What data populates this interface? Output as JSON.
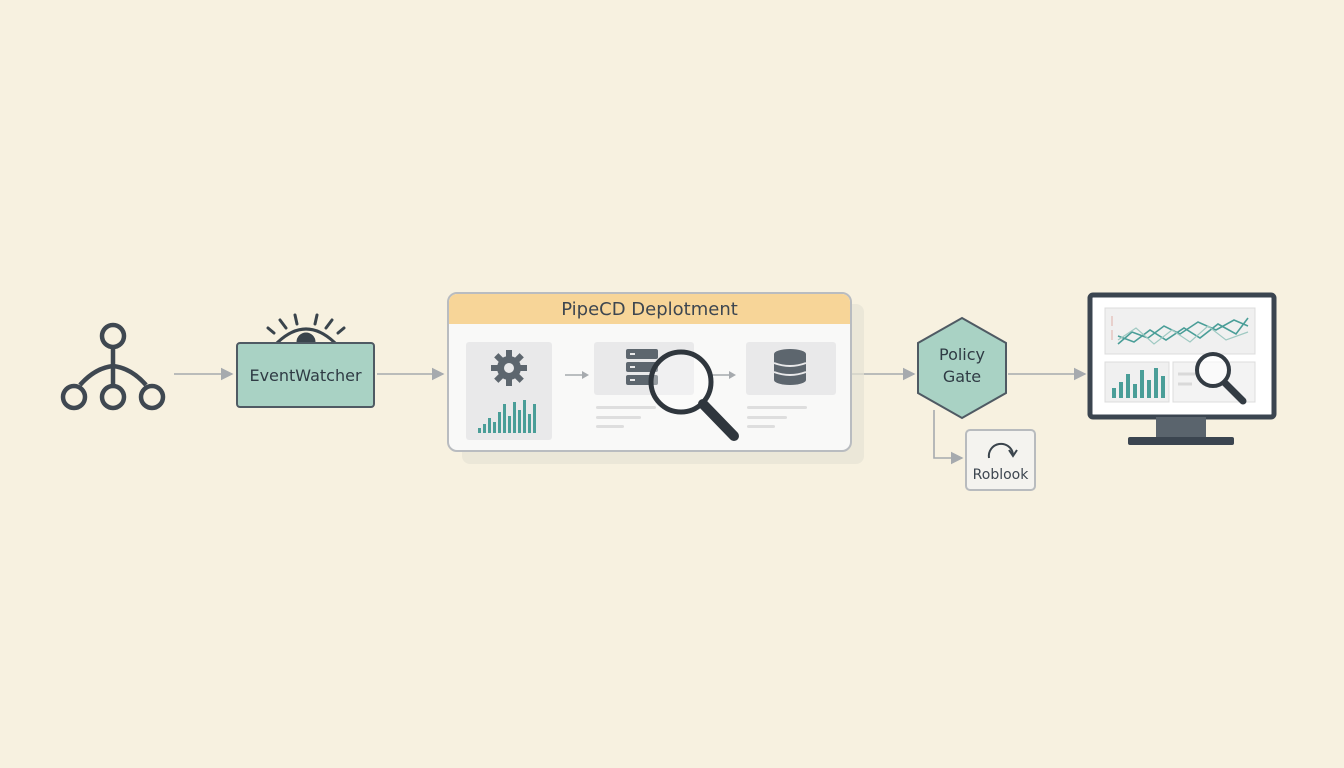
{
  "nodes": {
    "source": {
      "icon": "repository-tree-icon"
    },
    "eventwatcher": {
      "label": "EventWatcher",
      "icon": "eye-icon"
    },
    "pipecd": {
      "title": "PipeCD Deplotment",
      "stages": [
        {
          "icon": "gear-icon"
        },
        {
          "icon": "server-icon"
        },
        {
          "icon": "database-icon"
        }
      ],
      "overlay_icon": "magnifier-icon"
    },
    "policy_gate": {
      "line1": "Policy",
      "line2": "Gate"
    },
    "runbook": {
      "label": "Roblook",
      "icon": "redo-arrow-icon"
    },
    "monitor": {
      "icon": "monitor-dashboard-icon"
    }
  },
  "colors": {
    "background": "#f7f1e0",
    "teal": "#a9d2c4",
    "accent_teal": "#4a9e98",
    "header": "#f7d598",
    "dark": "#4f5a63"
  }
}
